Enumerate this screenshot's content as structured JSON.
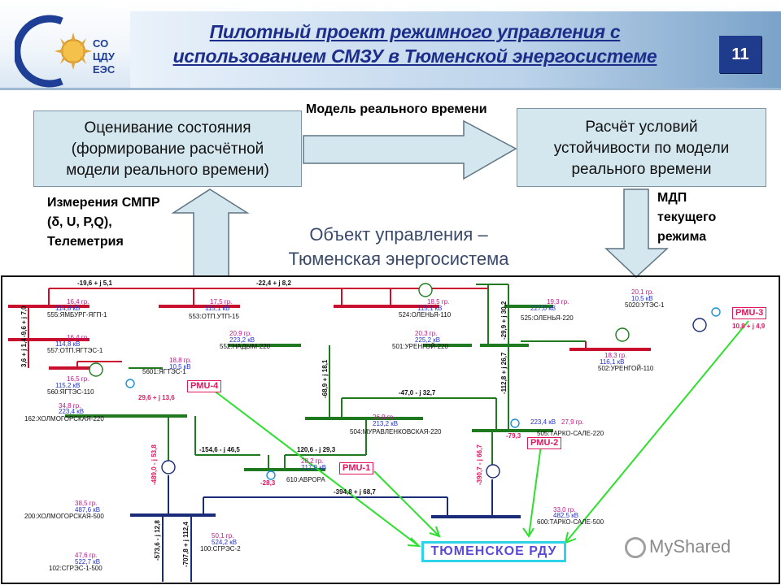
{
  "header": {
    "title_line1": "Пилотный проект режимного управления с",
    "title_line2": "использованием СМЗУ в Тюменской энергосистеме",
    "slide_number": "11",
    "logo_text": "СО ЦДУ ЕЭС"
  },
  "flow": {
    "left_box": {
      "line1": "Оценивание состояния",
      "line2": "(формирование расчётной",
      "line3": "модели реального времени)"
    },
    "right_box": {
      "line1": "Расчёт условий",
      "line2": "устойчивости по модели",
      "line3": "реального времени"
    },
    "arrow_label": "Модель реального времени",
    "measurements": {
      "line1": "Измерения СМПР",
      "line2": "(δ, U, P,Q),",
      "line3": "Телеметрия"
    },
    "mdp": {
      "line1": "МДП",
      "line2": "текущего",
      "line3": "режима"
    },
    "object_caption": {
      "line1": "Объект управления –",
      "line2": "Тюменская энергосистема"
    }
  },
  "scheme": {
    "flows": {
      "f1": "-19,6 + j 5,1",
      "f2": "-22,4 + j 8,2",
      "f3": "-47,0 - j 32,7",
      "f4": "-154,6 - j 46,5",
      "f5": "120,6 - j 29,3",
      "f6": "-394,8 + j 68,7",
      "f7": "29,6 + j 13,6",
      "f8": "10,8 + j 4,9",
      "f9": "-79,3",
      "f10": "-28,3"
    },
    "vflows": {
      "v1": "-9,6 + j 7,0",
      "v2": "3,6 + j 1,4",
      "v3": "-68,9 + j 18,1",
      "v4": "-112,8 + j 26,7",
      "v5": "-29,9 + j 30,2",
      "v6": "-489,0 - j 53,8",
      "v7": "-390,7 - j 66,7",
      "v8": "-573,6 - j 12,8",
      "v9": "-707,8 + j 112,4"
    },
    "nodes": {
      "n555": {
        "deg": "16,4 гр.",
        "kv": "114,8 кВ",
        "name": "555:ЯМБУРГ-ЯГП-1"
      },
      "n557": {
        "deg": "16,4 гр.",
        "kv": "114,8 кВ",
        "name": "557:ОТП.ЯГТЭС-1"
      },
      "n560": {
        "deg": "16,5 гр.",
        "kv": "115,2 кВ",
        "name": "560:ЯГТЭС-110"
      },
      "n553": {
        "deg": "17,5 гр.",
        "kv": "115,1 кВ",
        "name": "553:ОТП.УТП-15"
      },
      "n524": {
        "deg": "18,5 гр.",
        "kv": "115,1 кВ",
        "name": "524:ОЛЕНЬЯ-110"
      },
      "n525": {
        "deg": "19,3 гр.",
        "kv": "227,0 кВ",
        "name": "525:ОЛЕНЬЯ-220"
      },
      "n5020": {
        "deg": "20,1 гр.",
        "kv": "10,5 кВ",
        "name": "5020:УТЭС-1"
      },
      "n552": {
        "deg": "20,9 гр.",
        "kv": "223,2 кВ",
        "name": "552:НАДЫМ-220"
      },
      "n501": {
        "deg": "20,3 гр.",
        "kv": "225,2 кВ",
        "name": "501:УРЕНГОЙ-220"
      },
      "n502": {
        "deg": "18,3 гр.",
        "kv": "116,1 кВ",
        "name": "502:УРЕНГОЙ-110"
      },
      "n5601": {
        "deg": "18,8 гр.",
        "kv": "10,5 кВ",
        "name": "5601:ЯГТЭС-1"
      },
      "n162": {
        "deg": "34,8 гр.",
        "kv": "223,4 кВ",
        "name": "162:ХОЛМОГОРСКАЯ-220"
      },
      "n504": {
        "deg": "26,9 гр.",
        "kv": "213,2 кВ",
        "name": "504:МУРАВЛЕНКОВСКАЯ-220"
      },
      "n505": {
        "deg": "27,9 гр.",
        "kv": "223,4 кВ",
        "name": "505:ТАРКО-САЛЕ-220"
      },
      "n610": {
        "deg": "28,2 гр.",
        "kv": "217,9 кВ",
        "name": "610:АВРОРА"
      },
      "n200": {
        "deg": "38,5 гр.",
        "kv": "487,6 кВ",
        "name": "200:ХОЛМОГОРСКАЯ-500"
      },
      "n600": {
        "deg": "33,0 гр.",
        "kv": "482,5 кВ",
        "name": "600:ТАРКО-САЛЕ-500"
      },
      "n100": {
        "deg": "50,1 гр.",
        "kv": "524,2 кВ",
        "name": "100:СГРЭС-2"
      },
      "n102": {
        "deg": "47,6 гр.",
        "kv": "522,7 кВ",
        "name": "102:СГРЭС-1-500"
      }
    },
    "pmu": {
      "pmu1": "PMU-1",
      "pmu2": "PMU-2",
      "pmu3": "PMU-3",
      "pmu4": "PMU-4"
    },
    "rdu_label": "ТЮМЕНСКОЕ РДУ"
  },
  "watermark": "MyShared",
  "colors": {
    "title": "#1c2e8a",
    "bus_110": "#c8102e",
    "bus_220": "#1f7a1f",
    "bus_500": "#1a2b7a",
    "link": "#2ee02e",
    "pmu": "#e0165f",
    "node_label_deg": "#c4148c",
    "node_label_kv": "#2233cc"
  }
}
